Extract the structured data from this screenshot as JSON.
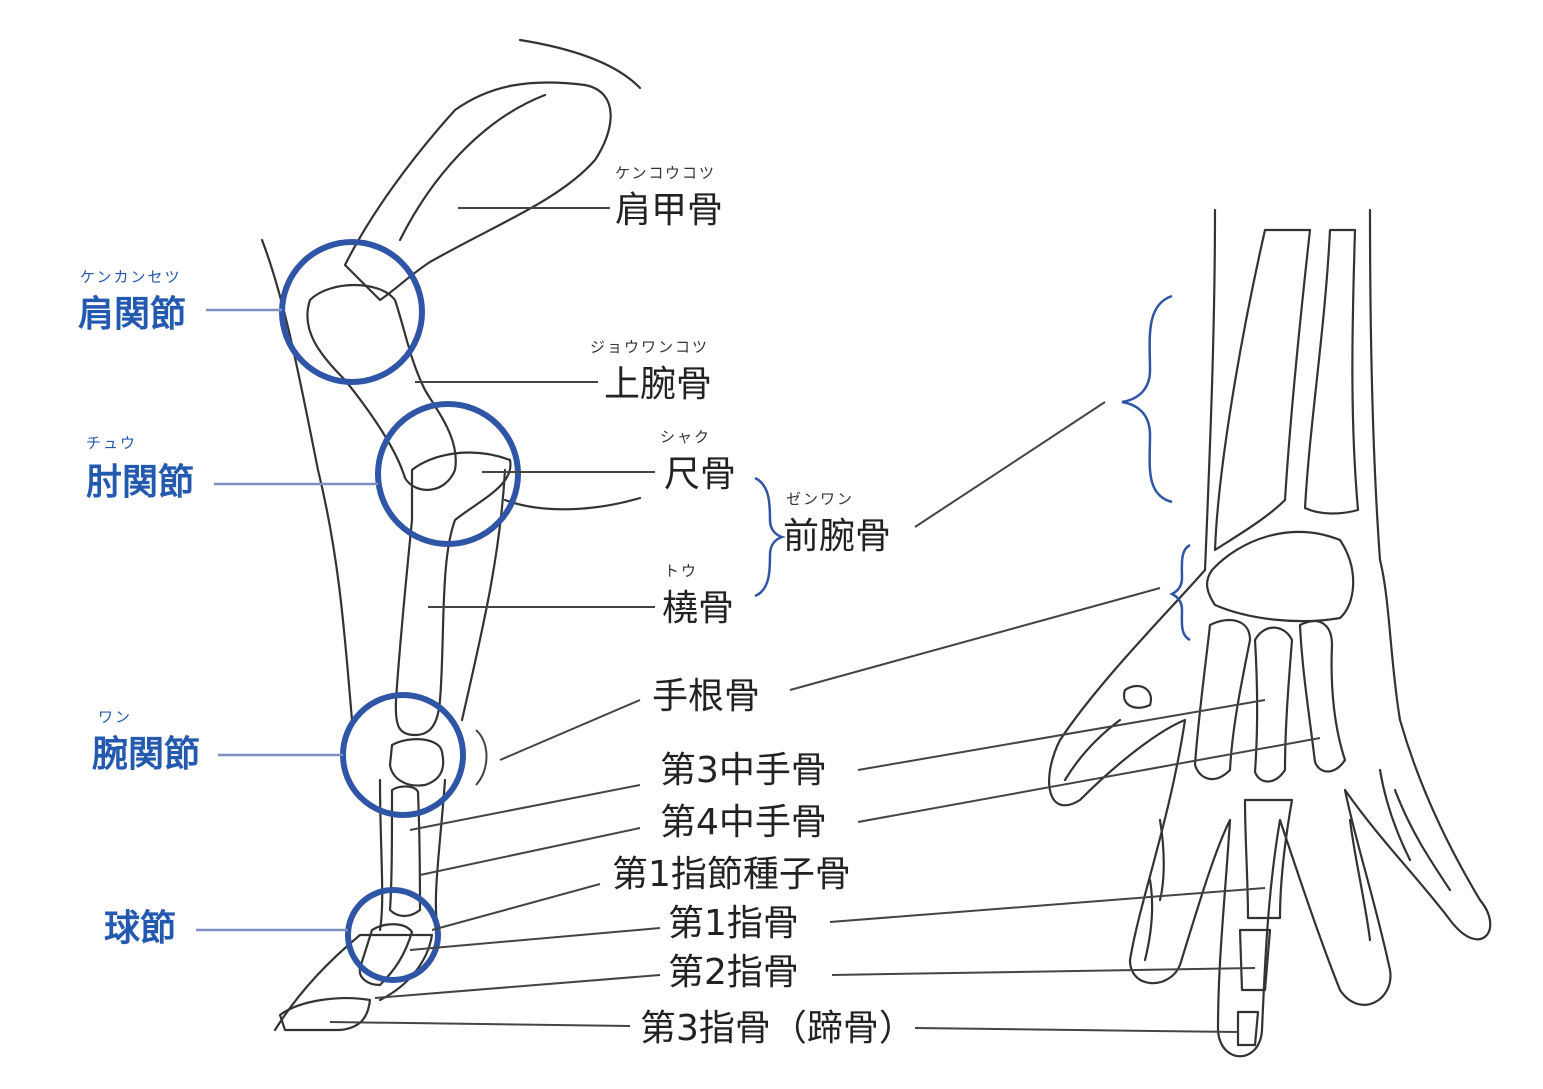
{
  "colors": {
    "joint_blue": "#2f55a6",
    "joint_label_blue": "#2459b0",
    "leader_blue": "#7f8fc0",
    "bone_green": "#5aac3c",
    "bone_cyan": "#6cc6dc",
    "bone_yellow": "#f4e337",
    "bone_purple": "#a14fb1",
    "bone_orange": "#f3a57c",
    "bone_violet": "#8a7cc8",
    "outline": "#333333",
    "label_text": "#222222"
  },
  "labels": {
    "scapula": {
      "ruby": "ケンコウコツ",
      "text": "肩甲骨"
    },
    "humerus": {
      "ruby": "ジョウワンコツ",
      "text": "上腕骨"
    },
    "ulna": {
      "ruby": "シャク",
      "text": "尺骨"
    },
    "radius": {
      "ruby": "トウ",
      "text": "橈骨"
    },
    "forearm": {
      "ruby": "ゼンワン",
      "text": "前腕骨"
    },
    "carpal": {
      "text": "手根骨"
    },
    "metacarpal3": {
      "text": "第3中手骨"
    },
    "metacarpal4": {
      "text": "第4中手骨"
    },
    "sesamoid": {
      "text": "第1指節種子骨"
    },
    "phalanx1": {
      "text": "第1指骨"
    },
    "phalanx2": {
      "text": "第2指骨"
    },
    "phalanx3": {
      "text": "第3指骨（蹄骨）"
    }
  },
  "joints": {
    "shoulder": {
      "ruby": "ケンカンセツ",
      "text": "肩関節"
    },
    "elbow": {
      "ruby": "チュウ",
      "text": "肘関節"
    },
    "wrist": {
      "ruby": "ワン",
      "text": "腕関節"
    },
    "fetlock": {
      "text": "球節"
    }
  }
}
